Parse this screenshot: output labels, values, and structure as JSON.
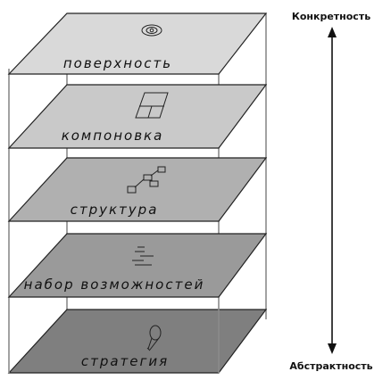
{
  "axis": {
    "top_label": "Конкретность",
    "bottom_label": "Абстрактность"
  },
  "layers": [
    {
      "label": "поверхность",
      "color": "#d9d9d9",
      "icon": "eye-icon"
    },
    {
      "label": "компоновка",
      "color": "#c9c9c9",
      "icon": "layout-icon"
    },
    {
      "label": "структура",
      "color": "#b0b0b0",
      "icon": "flowchart-icon"
    },
    {
      "label": "набор возможностей",
      "color": "#9a9a9a",
      "icon": "list-icon"
    },
    {
      "label": "стратегия",
      "color": "#7f7f7f",
      "icon": "lightbulb-icon"
    }
  ]
}
